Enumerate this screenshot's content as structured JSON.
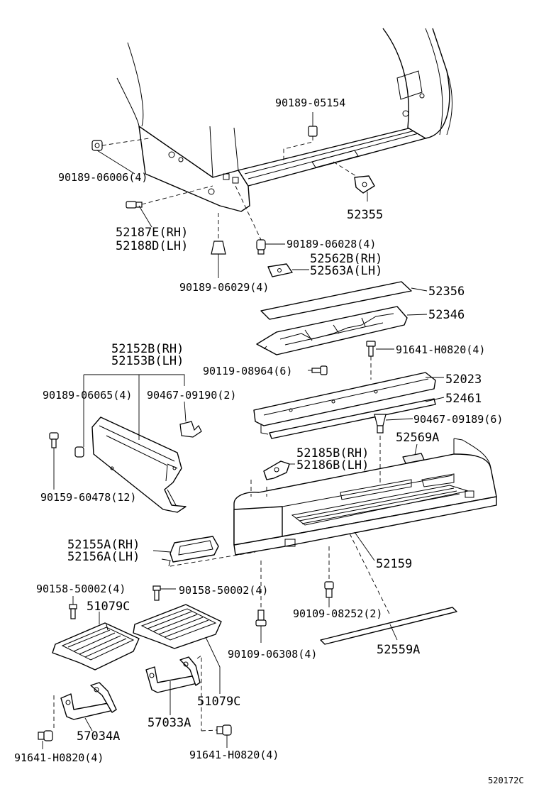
{
  "diagram_code": "520172C",
  "labels": [
    {
      "id": "l01",
      "text": "90189-05154"
    },
    {
      "id": "l02",
      "text": "90189-06006(4)"
    },
    {
      "id": "l03",
      "text": "52355"
    },
    {
      "id": "l04",
      "text": "52187E(RH)"
    },
    {
      "id": "l05",
      "text": "52188D(LH)"
    },
    {
      "id": "l06",
      "text": "90189-06028(4)"
    },
    {
      "id": "l07",
      "text": "52562B(RH)"
    },
    {
      "id": "l08",
      "text": "52563A(LH)"
    },
    {
      "id": "l09",
      "text": "90189-06029(4)"
    },
    {
      "id": "l10",
      "text": "52356"
    },
    {
      "id": "l11",
      "text": "52346"
    },
    {
      "id": "l12",
      "text": "52152B(RH)"
    },
    {
      "id": "l13",
      "text": "52153B(LH)"
    },
    {
      "id": "l14",
      "text": "91641-H0820(4)"
    },
    {
      "id": "l15",
      "text": "90119-08964(6)"
    },
    {
      "id": "l16",
      "text": "52023"
    },
    {
      "id": "l17",
      "text": "52461"
    },
    {
      "id": "l18",
      "text": "90189-06065(4)"
    },
    {
      "id": "l19",
      "text": "90467-09190(2)"
    },
    {
      "id": "l20",
      "text": "90467-09189(6)"
    },
    {
      "id": "l21",
      "text": "52569A"
    },
    {
      "id": "l22",
      "text": "52185B(RH)"
    },
    {
      "id": "l23",
      "text": "52186B(LH)"
    },
    {
      "id": "l24",
      "text": "90159-60478(12)"
    },
    {
      "id": "l25",
      "text": "52155A(RH)"
    },
    {
      "id": "l26",
      "text": "52156A(LH)"
    },
    {
      "id": "l27",
      "text": "52159"
    },
    {
      "id": "l28",
      "text": "90158-50002(4)"
    },
    {
      "id": "l29",
      "text": "90158-50002(4)"
    },
    {
      "id": "l30",
      "text": "51079C"
    },
    {
      "id": "l31",
      "text": "90109-08252(2)"
    },
    {
      "id": "l32",
      "text": "90109-06308(4)"
    },
    {
      "id": "l33",
      "text": "52559A"
    },
    {
      "id": "l34",
      "text": "57033A"
    },
    {
      "id": "l35",
      "text": "51079C"
    },
    {
      "id": "l36",
      "text": "57034A"
    },
    {
      "id": "l37",
      "text": "91641-H0820(4)"
    },
    {
      "id": "l38",
      "text": "91641-H0820(4)"
    }
  ]
}
